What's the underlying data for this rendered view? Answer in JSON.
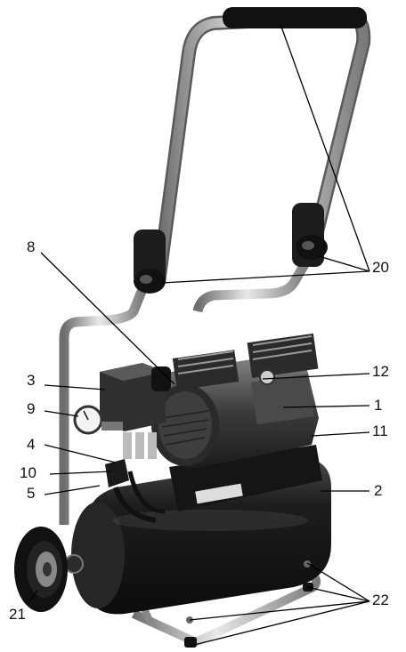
{
  "figure": {
    "subject": "portable air compressor on wheeled cart",
    "callouts": [
      {
        "id": "c8",
        "label": "8"
      },
      {
        "id": "c3",
        "label": "3"
      },
      {
        "id": "c9",
        "label": "9"
      },
      {
        "id": "c4",
        "label": "4"
      },
      {
        "id": "c10",
        "label": "10"
      },
      {
        "id": "c5",
        "label": "5"
      },
      {
        "id": "c21",
        "label": "21"
      },
      {
        "id": "c20",
        "label": "20"
      },
      {
        "id": "c12",
        "label": "12"
      },
      {
        "id": "c1",
        "label": "1"
      },
      {
        "id": "c11",
        "label": "11"
      },
      {
        "id": "c2",
        "label": "2"
      },
      {
        "id": "c22",
        "label": "22"
      }
    ]
  }
}
